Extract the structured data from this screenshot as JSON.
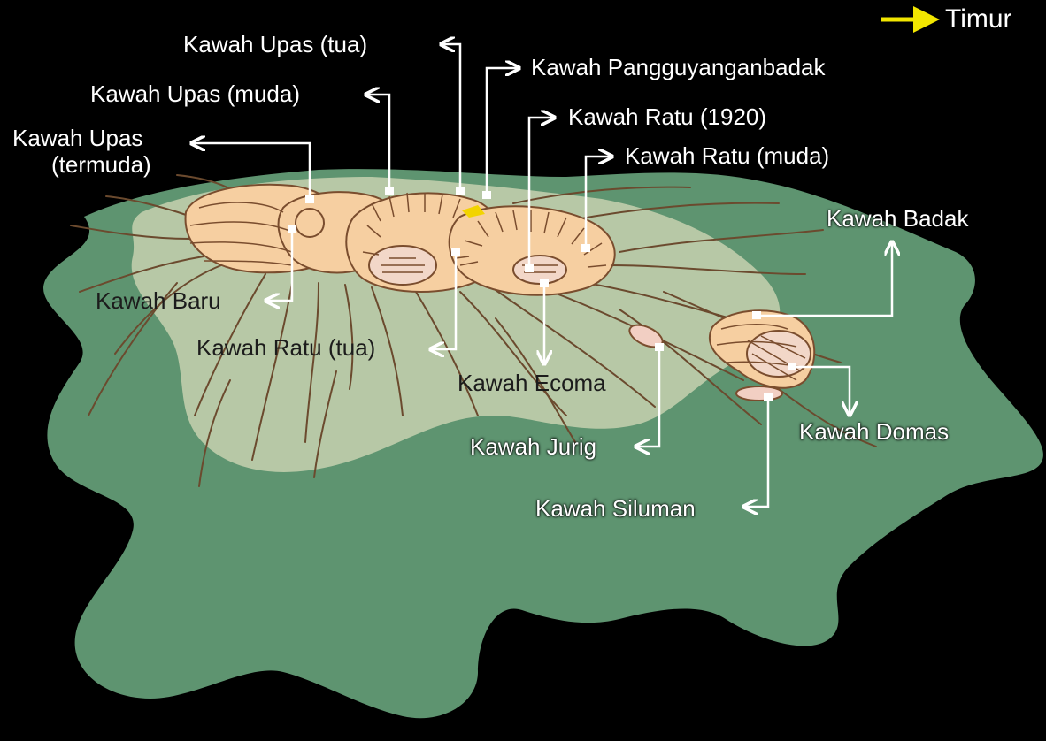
{
  "compass": {
    "label": "Timur",
    "arrow_color": "#f2e600"
  },
  "labels": {
    "upas_tua": "Kawah Upas (tua)",
    "upas_muda": "Kawah Upas (muda)",
    "upas_termuda_line1": "Kawah Upas",
    "upas_termuda_line2": "(termuda)",
    "pangguyanganbadak": "Kawah Pangguyanganbadak",
    "ratu_1920": "Kawah Ratu (1920)",
    "ratu_muda": "Kawah Ratu (muda)",
    "badak": "Kawah Badak",
    "baru": "Kawah Baru",
    "ratu_tua": "Kawah Ratu (tua)",
    "ecoma": "Kawah Ecoma",
    "jurig": "Kawah Jurig",
    "domas": "Kawah Domas",
    "siluman": "Kawah Siluman"
  },
  "colors": {
    "background": "#000000",
    "outer_slope": "#5e9470",
    "inner_slope": "#b7c8a6",
    "crater_fill": "#f6cfa1",
    "crater_line": "#7a4d2e",
    "hatch_pink": "#f2cfc3",
    "leader_line": "#ffffff"
  }
}
